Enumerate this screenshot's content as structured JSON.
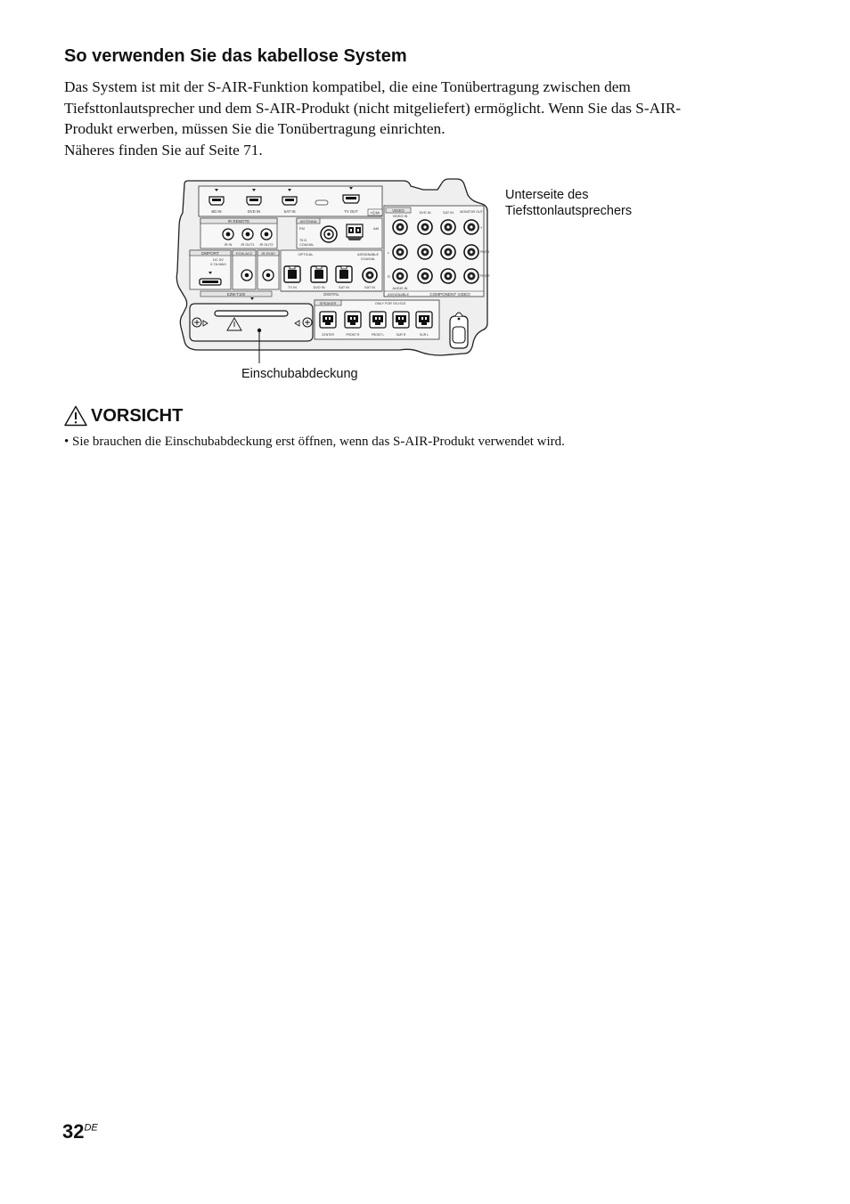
{
  "heading": "So verwenden Sie das kabellose System",
  "intro": {
    "lines": [
      "Das System ist mit der S-AIR-Funktion kompatibel, die eine Tonübertragung zwischen dem",
      "Tiefsttonlautsprecher und dem S-AIR-Produkt (nicht mitgeliefert) ermöglicht. Wenn Sie das S-AIR-",
      "Produkt erwerben, müssen Sie die Tonübertragung einrichten."
    ],
    "reference": "Näheres finden Sie auf Seite 71."
  },
  "figure": {
    "callout_right": [
      "Unterseite des",
      "Tiefsttonlautsprechers"
    ],
    "callout_bottom": "Einschubabdeckung",
    "panel": {
      "hdmi_labels": [
        "BD IN",
        "DVD IN",
        "SAT IN",
        "TV OUT"
      ],
      "hdmi_badge": "HDMI",
      "ir_remote": {
        "title": "IR REMOTE",
        "ports": [
          "IR IN",
          "IR OUT1",
          "IR OUT2"
        ]
      },
      "antenna": {
        "title": "ANTENNA",
        "fm": "FM",
        "coaxial_line1": "75 Ω",
        "coaxial_line2": "COAXIAL",
        "am": "AM"
      },
      "video": {
        "title": "VIDEO",
        "video_in": "VIDEO IN"
      },
      "component_top": [
        "DVD IN",
        "SAT IN",
        "MONITOR OUT"
      ],
      "component_side": [
        "Y",
        "PB/CB",
        "PR/CR"
      ],
      "audio_side": [
        "L",
        "R"
      ],
      "dmport": {
        "title": "DMPORT",
        "power_line1": "DC 5V",
        "power_line2": "0.7A MAX"
      },
      "ecm": "ECM-AC2",
      "ir_r150": "IR-R150",
      "optical": {
        "title": "OPTICAL",
        "ports": [
          "TV IN",
          "DVD IN",
          "SAT IN"
        ]
      },
      "assignable_coaxial_line1": "ASSIGNABLE",
      "assignable_coaxial_line2": "COAXIAL",
      "coaxial_port": "SAT IN",
      "audio_in": "AUDIO IN",
      "assignable": "ASSIGNABLE",
      "digital": "DIGITAL",
      "component_video": "COMPONENT VIDEO",
      "ezw": "EZW-T100",
      "speaker": {
        "title": "SPEAKER",
        "note": "ONLY FOR SS-IS15",
        "ports": [
          "CENTER",
          "FRONT R",
          "FRONT L",
          "SUR R",
          "SUR L"
        ]
      }
    }
  },
  "caution": {
    "title": "VORSICHT",
    "bullet": "• Sie brauchen die Einschubabdeckung erst öffnen, wenn das S-AIR-Produkt verwendet wird."
  },
  "page": {
    "number": "32",
    "suffix": "DE"
  }
}
